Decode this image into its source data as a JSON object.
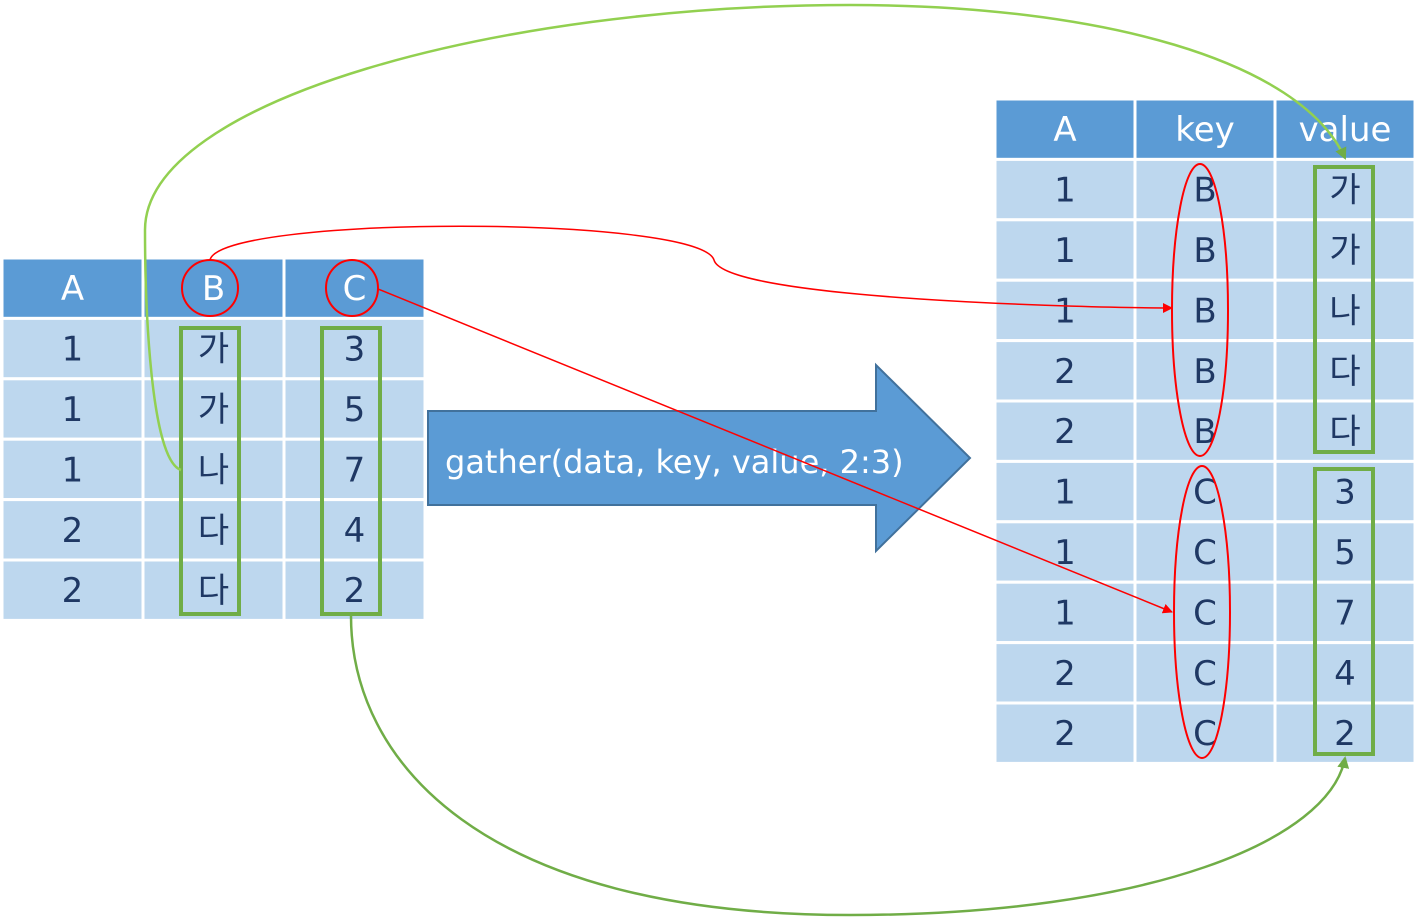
{
  "source_table": {
    "headers": [
      "A",
      "B",
      "C"
    ],
    "rows": [
      [
        "1",
        "가",
        "3"
      ],
      [
        "1",
        "가",
        "5"
      ],
      [
        "1",
        "나",
        "7"
      ],
      [
        "2",
        "다",
        "4"
      ],
      [
        "2",
        "다",
        "2"
      ]
    ]
  },
  "result_table": {
    "headers": [
      "A",
      "key",
      "value"
    ],
    "rows": [
      [
        "1",
        "B",
        "가"
      ],
      [
        "1",
        "B",
        "가"
      ],
      [
        "1",
        "B",
        "나"
      ],
      [
        "2",
        "B",
        "다"
      ],
      [
        "2",
        "B",
        "다"
      ],
      [
        "1",
        "C",
        "3"
      ],
      [
        "1",
        "C",
        "5"
      ],
      [
        "1",
        "C",
        "7"
      ],
      [
        "2",
        "C",
        "4"
      ],
      [
        "2",
        "C",
        "2"
      ]
    ]
  },
  "transform_arrow": {
    "label": "gather(data, key, value, 2:3)"
  },
  "colors": {
    "header_fill": "#5b9bd5",
    "cell_fill": "#bdd7ee",
    "header_text": "#ffffff",
    "cell_text": "#1f3864",
    "arrow_fill": "#5b9bd5",
    "arrow_stroke": "#41719c",
    "key_highlight": "#ff0000",
    "value_highlight": "#70ad47"
  }
}
